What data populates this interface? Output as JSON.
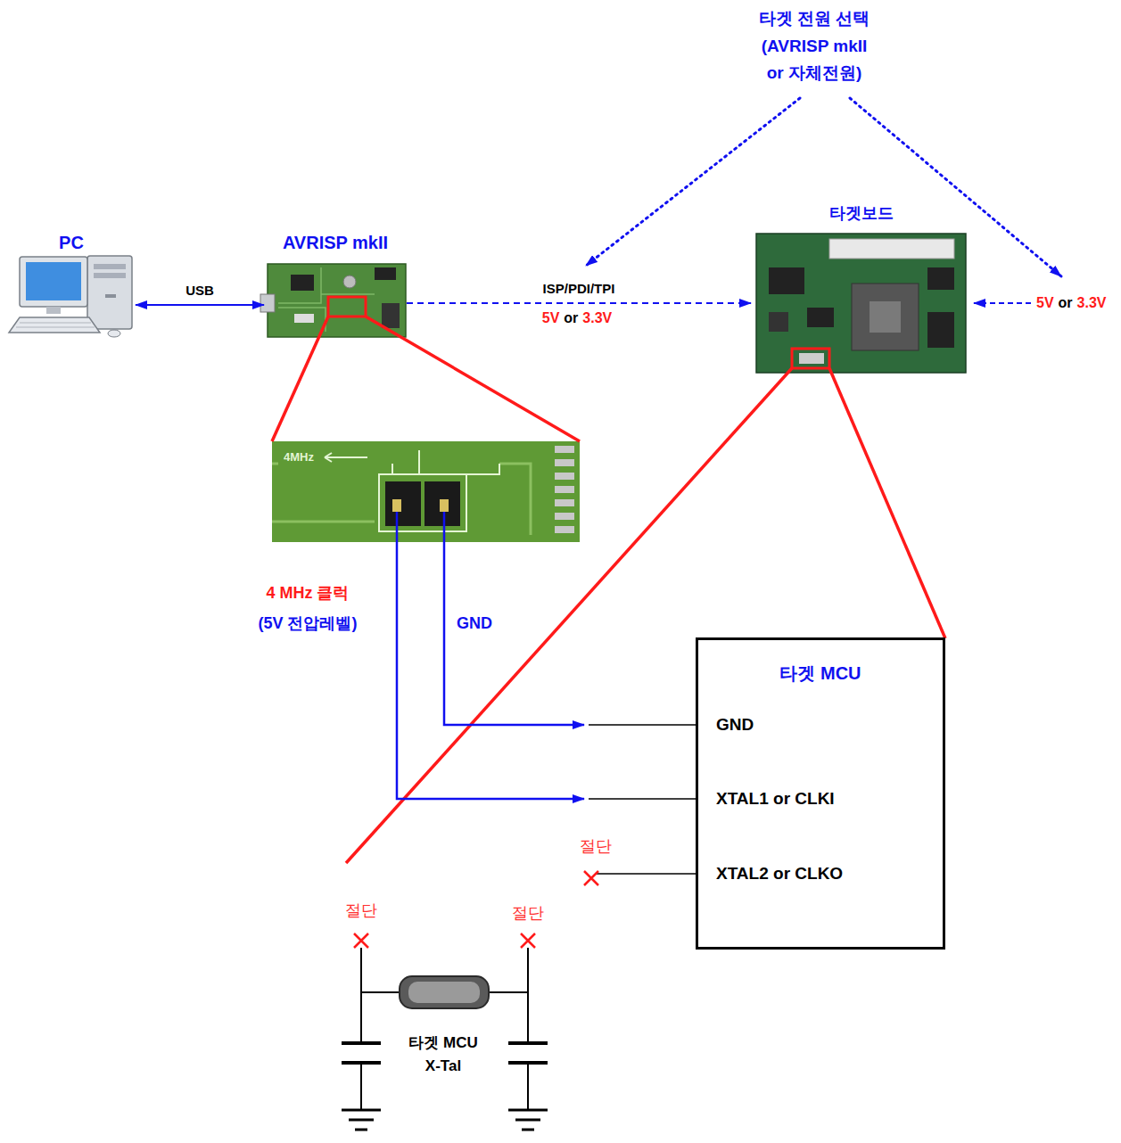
{
  "diagram": {
    "nodes": [
      {
        "text": [
          "PC"
        ]
      },
      {
        "text": [
          "AVRISP mkII"
        ]
      },
      {
        "text": [
          "타겟보드"
        ]
      },
      {
        "text": [
          "타겟 MCU",
          "GND",
          "XTAL1 or CLKI",
          "XTAL2 or CLKO"
        ]
      }
    ],
    "edges": [
      {
        "from": 0,
        "to": 1,
        "label": "USB",
        "arrow": "both"
      },
      {
        "from": 1,
        "to": 2,
        "label": "ISP/PDI/TPI",
        "arrow": "to"
      }
    ],
    "labels": [
      "타겟 전원 선택 (AVRISP mkII or 자체전원)",
      "4MHz",
      "4 MHz 클럭",
      "(5V 전압레벨)",
      "GND",
      "5V",
      "or",
      "3.3V",
      "5V",
      "or",
      "3.3V",
      "절단",
      "절단",
      "절단",
      "타겟 MCU X-Tal"
    ]
  }
}
